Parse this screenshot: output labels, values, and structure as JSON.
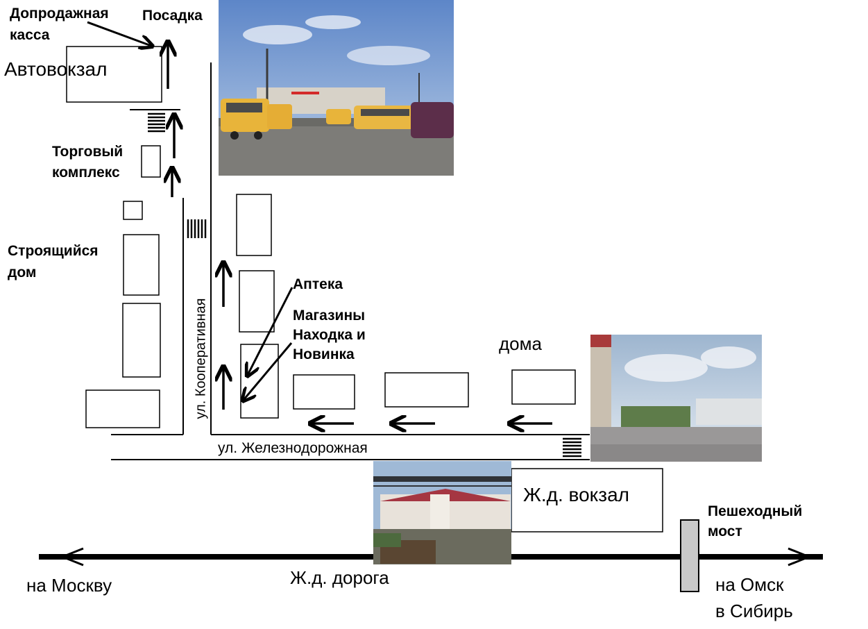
{
  "labels": {
    "presale_ticket_office": [
      "Допродажная",
      "касса"
    ],
    "boarding": "Посадка",
    "bus_station": "Автовокзал",
    "shopping_center": [
      "Торговый",
      "комплекс"
    ],
    "building_under_construction": [
      "Строящийся",
      "дом"
    ],
    "pharmacy": "Аптека",
    "shops": [
      "Магазины",
      "Находка и",
      "Новинка"
    ],
    "houses": "дома",
    "street_kooperativnaya": "ул. Кооперативная",
    "street_zheleznodorozhnaya": "ул. Железнодорожная",
    "railway_station": "Ж.д. вокзал",
    "pedestrian_bridge": [
      "Пешеходный",
      "мост"
    ],
    "to_moscow": "на Москву",
    "railroad": "Ж.д. дорога",
    "to_omsk": [
      "на Омск",
      "в Сибирь"
    ]
  },
  "photos": {
    "bus_station_photo": "bus-station-photo",
    "town_square_photo": "town-square-photo",
    "railway_station_photo": "railway-station-photo"
  }
}
